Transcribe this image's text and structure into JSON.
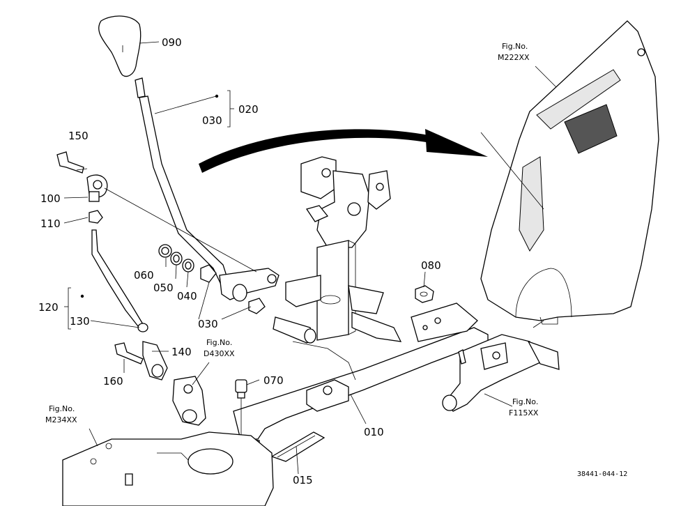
{
  "diagram": {
    "parts": {
      "p090": "090",
      "p020": "020",
      "p030a": "030",
      "p150": "150",
      "p100": "100",
      "p110": "110",
      "p060": "060",
      "p050": "050",
      "p040": "040",
      "p030b": "030",
      "p120": "120",
      "p130": "130",
      "p140": "140",
      "p160": "160",
      "p080": "080",
      "p070": "070",
      "p010": "010",
      "p015": "015"
    },
    "fig_refs": {
      "m222": {
        "line1": "Fig.No.",
        "line2": "M222XX"
      },
      "d430": {
        "line1": "Fig.No.",
        "line2": "D430XX"
      },
      "m234": {
        "line1": "Fig.No.",
        "line2": "M234XX"
      },
      "f115": {
        "line1": "Fig.No.",
        "line2": "F115XX"
      }
    },
    "figure_code": "38441-044-12"
  }
}
